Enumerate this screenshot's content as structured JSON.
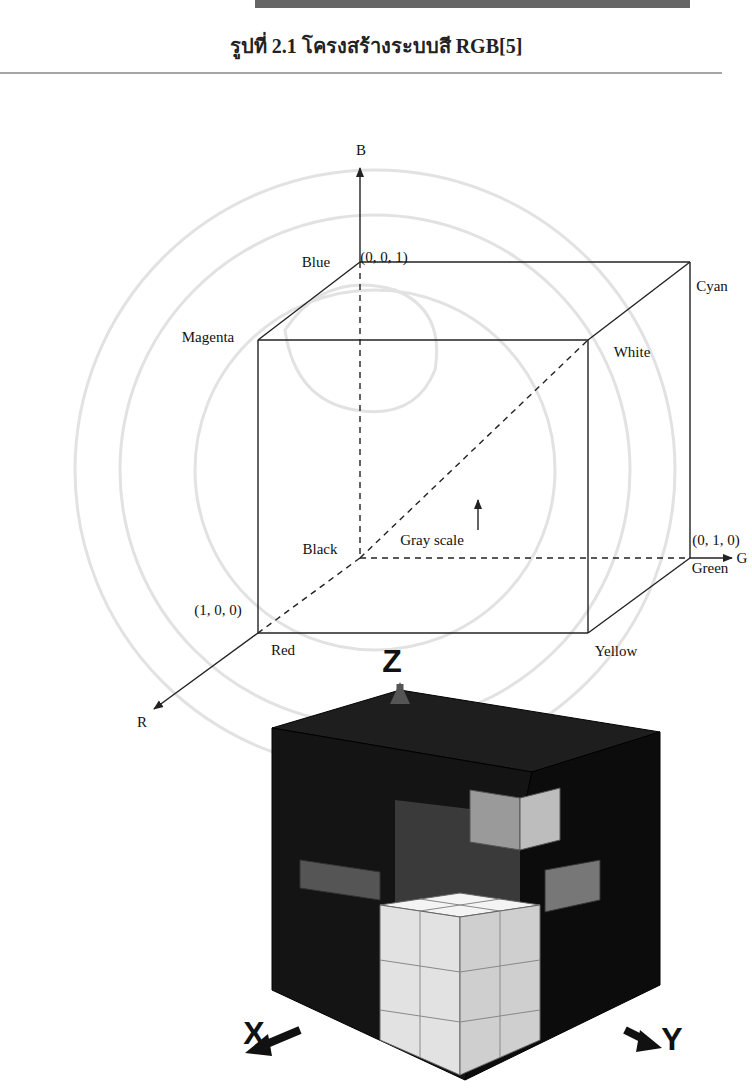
{
  "diagram": {
    "caption": "รูปที่ 2.1 โครงสร้างระบบสี RGB[5]",
    "labels": [
      "B",
      "Blue",
      "(0, 0, 1)",
      "Cyan",
      "Magenta",
      "White",
      "Gray scale",
      "Black",
      "(0, 1, 0)",
      "Green",
      "G",
      "(1, 0, 0)",
      "Red",
      "Yellow",
      "R",
      "Z",
      "X",
      "Y"
    ]
  }
}
